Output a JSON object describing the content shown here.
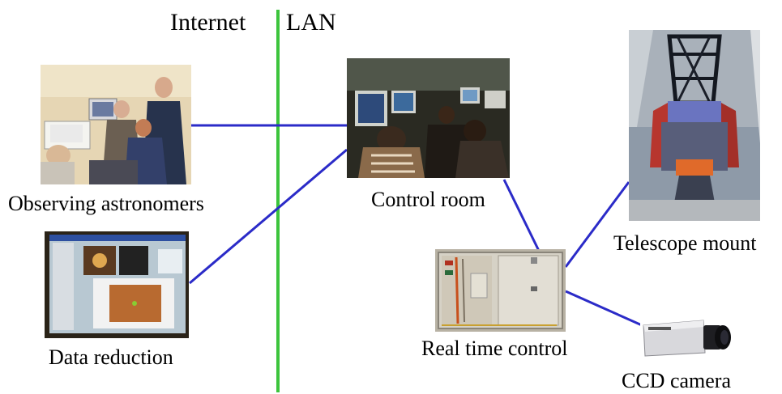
{
  "zones": {
    "internet": "Internet",
    "lan": "LAN"
  },
  "nodes": {
    "observing": "Observing astronomers",
    "data_reduction": "Data reduction",
    "control_room": "Control room",
    "real_time": "Real time control",
    "telescope": "Telescope mount",
    "ccd": "CCD camera"
  },
  "colors": {
    "divider": "#3cc43c",
    "link": "#2b2bc8"
  }
}
